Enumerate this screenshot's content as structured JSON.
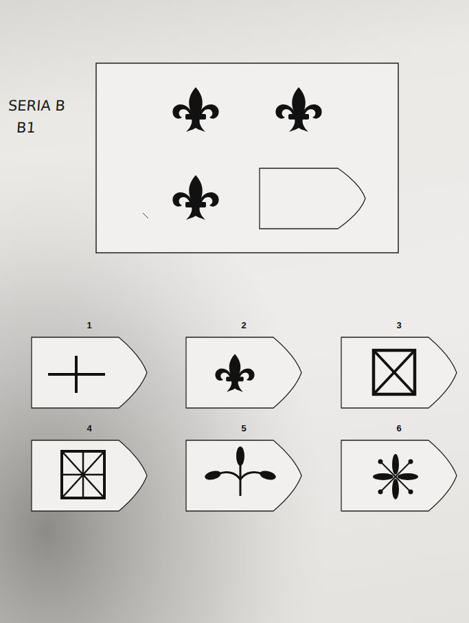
{
  "diagram": {
    "nodes": [
      {
        "text": [
          "1"
        ]
      },
      {
        "text": [
          "2"
        ]
      },
      {
        "text": [
          "3"
        ]
      },
      {
        "text": [
          "4"
        ]
      },
      {
        "text": [
          "5"
        ]
      },
      {
        "text": [
          "6"
        ]
      }
    ],
    "labels": [
      "SERIA B",
      "B1"
    ]
  }
}
